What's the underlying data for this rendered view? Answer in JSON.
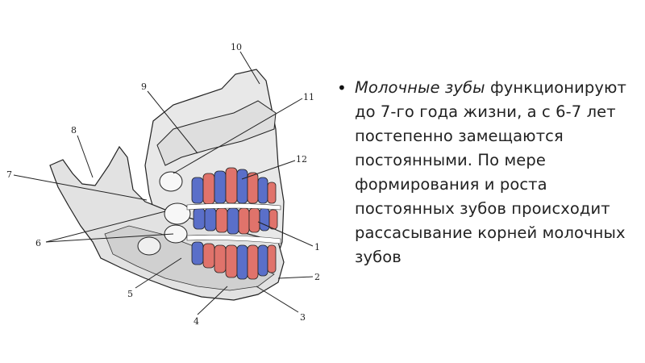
{
  "figure": {
    "labels": {
      "l1": "1",
      "l2": "2",
      "l3": "3",
      "l4": "4",
      "l5": "5",
      "l6": "6",
      "l7": "7",
      "l8": "8",
      "l9": "9",
      "l10": "10",
      "l11": "11",
      "l12": "12"
    },
    "colors": {
      "primary_teeth": "#e0736b",
      "permanent_teeth": "#5a6fc9",
      "bone": "#e4e4e4",
      "outline": "#222222"
    }
  },
  "text": {
    "bullet": "•",
    "italic": "Молочные зубы",
    "rest": " функционируют до 7-го года жизни, а с 6-7 лет постепенно замещаются постоянными. По мере формирования и роста постоянных зубов происходит рассасывание корней молочных зубов"
  }
}
